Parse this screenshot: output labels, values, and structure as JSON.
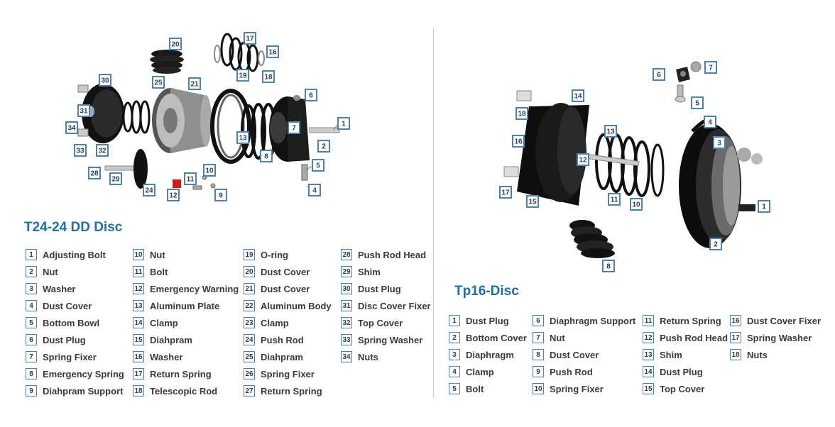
{
  "left": {
    "title": "T24-24 DD Disc",
    "legend": [
      {
        "n": "1",
        "label": "Adjusting Bolt"
      },
      {
        "n": "2",
        "label": "Nut"
      },
      {
        "n": "3",
        "label": "Washer"
      },
      {
        "n": "4",
        "label": "Dust Cover"
      },
      {
        "n": "5",
        "label": "Bottom Bowl"
      },
      {
        "n": "6",
        "label": "Dust Plug"
      },
      {
        "n": "7",
        "label": "Spring Fixer"
      },
      {
        "n": "8",
        "label": "Emergency Spring"
      },
      {
        "n": "9",
        "label": "Diahpram Support"
      },
      {
        "n": "10",
        "label": "Nut"
      },
      {
        "n": "11",
        "label": "Bolt"
      },
      {
        "n": "12",
        "label": "Emergency Warning"
      },
      {
        "n": "13",
        "label": "Aluminum Plate"
      },
      {
        "n": "14",
        "label": "Clamp"
      },
      {
        "n": "15",
        "label": "Diahpram"
      },
      {
        "n": "16",
        "label": "Washer"
      },
      {
        "n": "17",
        "label": "Return Spring"
      },
      {
        "n": "18",
        "label": "Telescopic Rod"
      },
      {
        "n": "19",
        "label": "O-ring"
      },
      {
        "n": "20",
        "label": "Dust Cover"
      },
      {
        "n": "21",
        "label": "Dust Cover"
      },
      {
        "n": "22",
        "label": "Aluminum Body"
      },
      {
        "n": "23",
        "label": "Clamp"
      },
      {
        "n": "24",
        "label": "Push Rod"
      },
      {
        "n": "25",
        "label": "Diahpram"
      },
      {
        "n": "26",
        "label": "Spring Fixer"
      },
      {
        "n": "27",
        "label": "Return Spring"
      },
      {
        "n": "28",
        "label": "Push Rod Head"
      },
      {
        "n": "29",
        "label": "Shim"
      },
      {
        "n": "30",
        "label": "Dust Plug"
      },
      {
        "n": "31",
        "label": "Disc Cover Fixer"
      },
      {
        "n": "32",
        "label": "Top Cover"
      },
      {
        "n": "33",
        "label": "Spring Washer"
      },
      {
        "n": "34",
        "label": "Nuts"
      }
    ],
    "callouts": [
      "20",
      "17",
      "16",
      "30",
      "25",
      "21",
      "19",
      "18",
      "6",
      "31",
      "1",
      "7",
      "34",
      "13",
      "2",
      "33",
      "32",
      "8",
      "5",
      "28",
      "29",
      "10",
      "11",
      "24",
      "12",
      "9",
      "4"
    ]
  },
  "right": {
    "title": "Tp16-Disc",
    "legend": [
      {
        "n": "1",
        "label": "Dust Plug"
      },
      {
        "n": "2",
        "label": "Bottom Cover"
      },
      {
        "n": "3",
        "label": "Diaphragm"
      },
      {
        "n": "4",
        "label": "Clamp"
      },
      {
        "n": "5",
        "label": "Bolt"
      },
      {
        "n": "6",
        "label": "Diaphragm Support"
      },
      {
        "n": "7",
        "label": "Nut"
      },
      {
        "n": "8",
        "label": "Dust Cover"
      },
      {
        "n": "9",
        "label": "Push Rod"
      },
      {
        "n": "10",
        "label": "Spring Fixer"
      },
      {
        "n": "11",
        "label": "Return Spring"
      },
      {
        "n": "12",
        "label": "Push Rod Head"
      },
      {
        "n": "13",
        "label": "Shim"
      },
      {
        "n": "14",
        "label": "Dust Plug"
      },
      {
        "n": "15",
        "label": "Top Cover"
      },
      {
        "n": "16",
        "label": "Dust Cover Fixer"
      },
      {
        "n": "17",
        "label": "Spring Washer"
      },
      {
        "n": "18",
        "label": "Nuts"
      }
    ],
    "callouts": [
      "7",
      "6",
      "5",
      "14",
      "18",
      "4",
      "3",
      "13",
      "16",
      "12",
      "17",
      "11",
      "10",
      "15",
      "1",
      "2",
      "8"
    ]
  }
}
